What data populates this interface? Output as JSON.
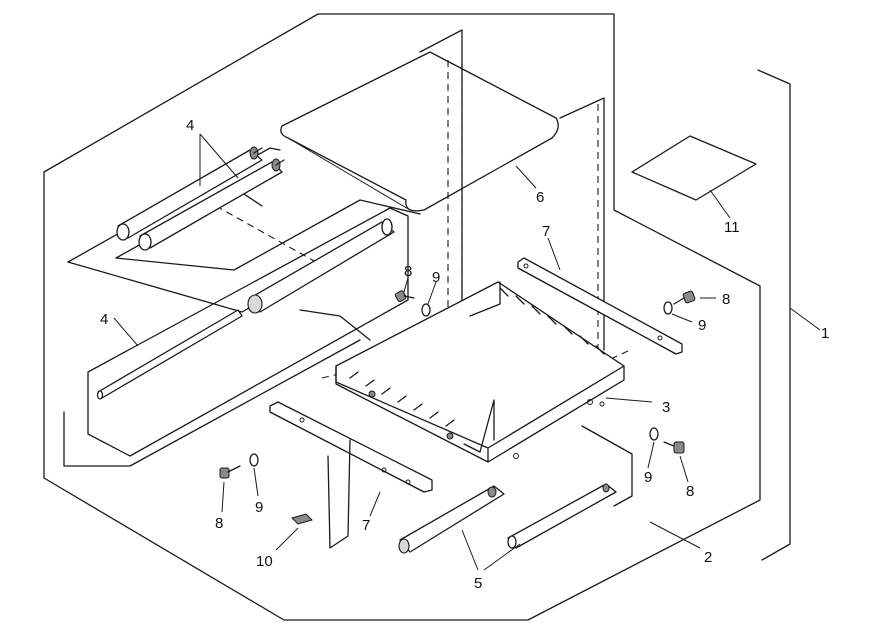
{
  "callouts": {
    "c1": "1",
    "c2": "2",
    "c3": "3",
    "c4a": "4",
    "c4b": "4",
    "c5": "5",
    "c6": "6",
    "c7a": "7",
    "c7b": "7",
    "c8a": "8",
    "c8b": "8",
    "c8c": "8",
    "c8d": "8",
    "c9a": "9",
    "c9b": "9",
    "c9c": "9",
    "c9d": "9",
    "c10": "10",
    "c11": "11"
  },
  "colors": {
    "line": "#1a1a1a",
    "background": "#ffffff",
    "shading": "#d9d9d9"
  }
}
